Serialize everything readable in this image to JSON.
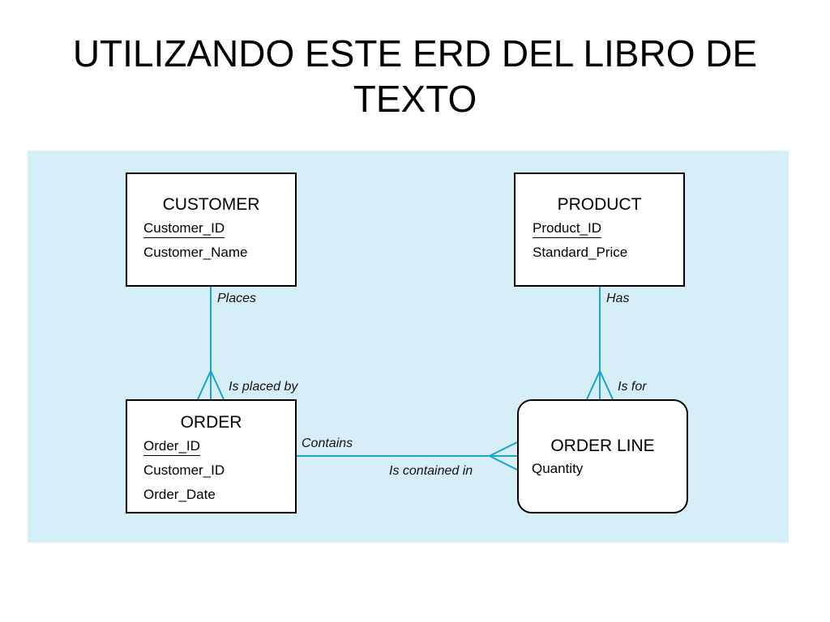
{
  "slide": {
    "title_line1": "UTILIZANDO ESTE ERD DEL LIBRO DE",
    "title_line2": "TEXTO"
  },
  "colors": {
    "diagram_background": "#d5eef8",
    "connector": "#1aa3cf",
    "entity_border": "#000000"
  },
  "entities": {
    "customer": {
      "name": "CUSTOMER",
      "primary_key": "Customer_ID",
      "attributes": [
        "Customer_Name"
      ]
    },
    "product": {
      "name": "PRODUCT",
      "primary_key": "Product_ID",
      "attributes": [
        "Standard_Price"
      ]
    },
    "order": {
      "name": "ORDER",
      "primary_key": "Order_ID",
      "attributes": [
        "Customer_ID",
        "Order_Date"
      ]
    },
    "order_line": {
      "name": "ORDER LINE",
      "attributes": [
        "Quantity"
      ]
    }
  },
  "relationships": {
    "customer_order": {
      "forward_label": "Places",
      "reverse_label": "Is placed by"
    },
    "product_orderline": {
      "forward_label": "Has",
      "reverse_label": "Is for"
    },
    "order_orderline": {
      "forward_label": "Contains",
      "reverse_label": "Is contained in"
    }
  }
}
